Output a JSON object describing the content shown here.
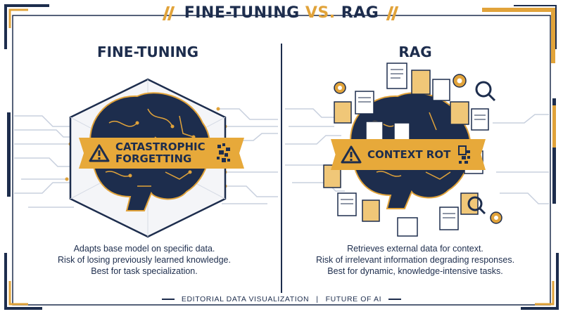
{
  "header": {
    "title_part1": "FINE-TUNING",
    "title_vs": "VS.",
    "title_part2": "RAG"
  },
  "left_panel": {
    "title": "FINE-TUNING",
    "banner_line1": "CATASTROPHIC",
    "banner_line2": "FORGETTING",
    "description": [
      "Adapts base model on specific data.",
      "Risk of losing previously learned knowledge.",
      "Best for task specialization."
    ]
  },
  "right_panel": {
    "title": "RAG",
    "banner_text": "CONTEXT ROT",
    "description": [
      "Retrieves external data for context.",
      "Risk of irrelevant information degrading responses.",
      "Best for dynamic, knowledge-intensive tasks."
    ]
  },
  "footer": {
    "left": "EDITORIAL DATA VISUALIZATION",
    "separator": "|",
    "right": "FUTURE OF AI"
  },
  "colors": {
    "navy": "#1d2d4d",
    "gold": "#e1a33a",
    "cream": "#f3ead6",
    "light_circuit": "#cfd6e2"
  },
  "icons": [
    "warning-icon",
    "brain-icon",
    "document-icon",
    "gear-icon",
    "magnifier-icon",
    "pixel-glitch-icon"
  ]
}
